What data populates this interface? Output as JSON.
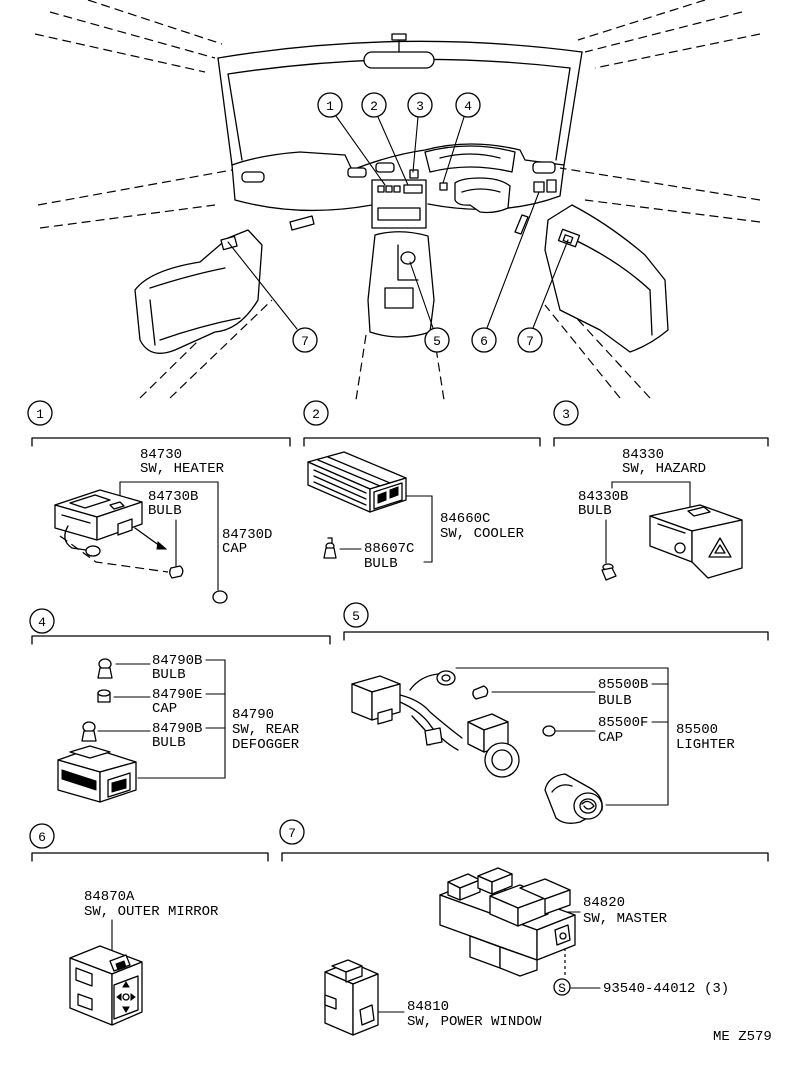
{
  "overview": {
    "callout_1": "1",
    "callout_2": "2",
    "callout_3": "3",
    "callout_4": "4",
    "callout_5": "5",
    "callout_6": "6",
    "callout_7_left": "7",
    "callout_7_right": "7"
  },
  "section_1": {
    "number": "1",
    "heater_switch": {
      "part_no": "84730",
      "name": "SW, HEATER"
    },
    "bulb": {
      "part_no": "84730B",
      "name": "BULB"
    },
    "cap": {
      "part_no": "84730D",
      "name": "CAP"
    }
  },
  "section_2": {
    "number": "2",
    "cooler_switch": {
      "part_no": "84660C",
      "name": "SW, COOLER"
    },
    "bulb": {
      "part_no": "88607C",
      "name": "BULB"
    }
  },
  "section_3": {
    "number": "3",
    "hazard_switch": {
      "part_no": "84330",
      "name": "SW, HAZARD"
    },
    "bulb": {
      "part_no": "84330B",
      "name": "BULB"
    }
  },
  "section_4": {
    "number": "4",
    "bulb_upper": {
      "part_no": "84790B",
      "name": "BULB"
    },
    "cap": {
      "part_no": "84790E",
      "name": "CAP"
    },
    "bulb_lower": {
      "part_no": "84790B",
      "name": "BULB"
    },
    "rear_defogger_switch": {
      "part_no": "84790",
      "name_line_1": "SW, REAR",
      "name_line_2": "DEFOGGER"
    }
  },
  "section_5": {
    "number": "5",
    "bulb": {
      "part_no": "85500B",
      "name": "BULB"
    },
    "cap": {
      "part_no": "85500F",
      "name": "CAP"
    },
    "lighter": {
      "part_no": "85500",
      "name": "LIGHTER"
    }
  },
  "section_6": {
    "number": "6",
    "outer_mirror_switch": {
      "part_no": "84870A",
      "name": "SW, OUTER MIRROR"
    }
  },
  "section_7": {
    "number": "7",
    "master_switch": {
      "part_no": "84820",
      "name": "SW, MASTER"
    },
    "screw": {
      "symbol": "S",
      "part_no": "93540-44012",
      "quantity": "(3)"
    },
    "power_window_switch": {
      "part_no": "84810",
      "name": "SW, POWER WINDOW"
    }
  },
  "footer": {
    "code": "ME Z579"
  }
}
